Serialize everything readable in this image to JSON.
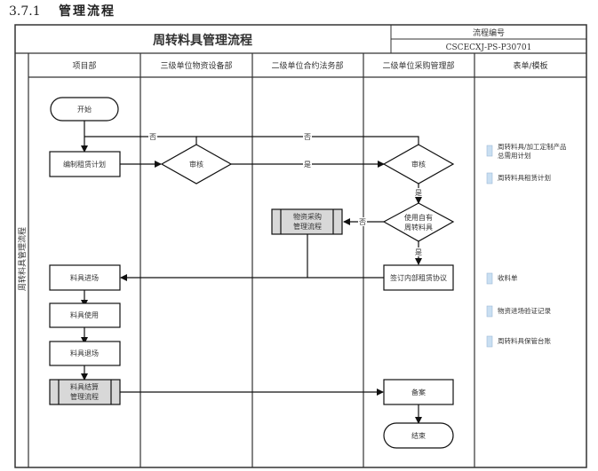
{
  "section": {
    "number": "3.7.1",
    "title": "管理流程"
  },
  "header": {
    "title": "周转料具管理流程",
    "code_label": "流程编号",
    "code_value": "CSCECXJ-PS-P30701"
  },
  "side_label": "周转料具管理流程",
  "lanes": [
    "项目部",
    "三级单位物资设备部",
    "二级单位合约法务部",
    "二级单位采购管理部",
    "表单/模板"
  ],
  "nodes": {
    "start": "开始",
    "plan": "编制租赁计划",
    "review1": "审核",
    "review2": "审核",
    "use_own": [
      "使用自有",
      "周转料具"
    ],
    "procurement": [
      "物资采购",
      "管理流程"
    ],
    "sign": "签订内部租赁协议",
    "enter": "料具进场",
    "use": "料具使用",
    "exit": "料具退场",
    "settle": [
      "料具结算",
      "管理流程"
    ],
    "record": "备案",
    "end": "结束"
  },
  "edge_labels": {
    "no1": "否",
    "no2": "否",
    "yes1": "是",
    "yes2": "是",
    "no3": "否",
    "yes3": "是"
  },
  "forms": [
    [
      "周转料具/加工定制产品",
      "总需用计划"
    ],
    [
      "周转料具租赁计划"
    ],
    [
      "收料单"
    ],
    [
      "物资进场验证记录"
    ],
    [
      "周转料具保管台账"
    ]
  ]
}
